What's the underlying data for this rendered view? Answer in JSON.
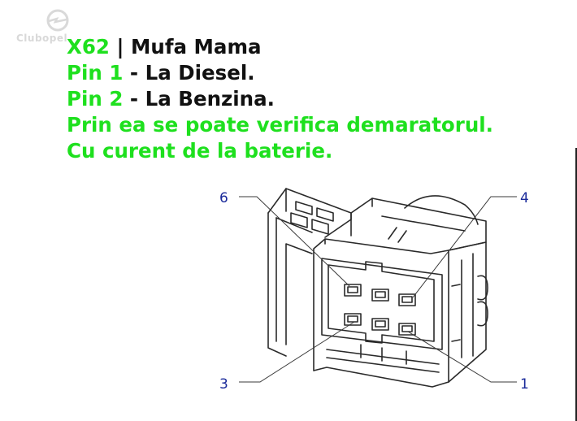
{
  "watermark": {
    "text": "Clubopel"
  },
  "caption": {
    "line1": {
      "code": "X62",
      "rest": " | Mufa Mama"
    },
    "line2": {
      "pin": "Pin 1",
      "rest": " - La Diesel."
    },
    "line3": {
      "pin": "Pin 2",
      "rest": " - La Benzina."
    },
    "line4": "Prin ea se poate verifica demaratorul.",
    "line5": "Cu curent de la baterie."
  },
  "callouts": {
    "c6": "6",
    "c4": "4",
    "c3": "3",
    "c1": "1"
  },
  "colors": {
    "highlight": "#1ee01e",
    "text": "#111111",
    "callout": "#1a2a9a"
  }
}
